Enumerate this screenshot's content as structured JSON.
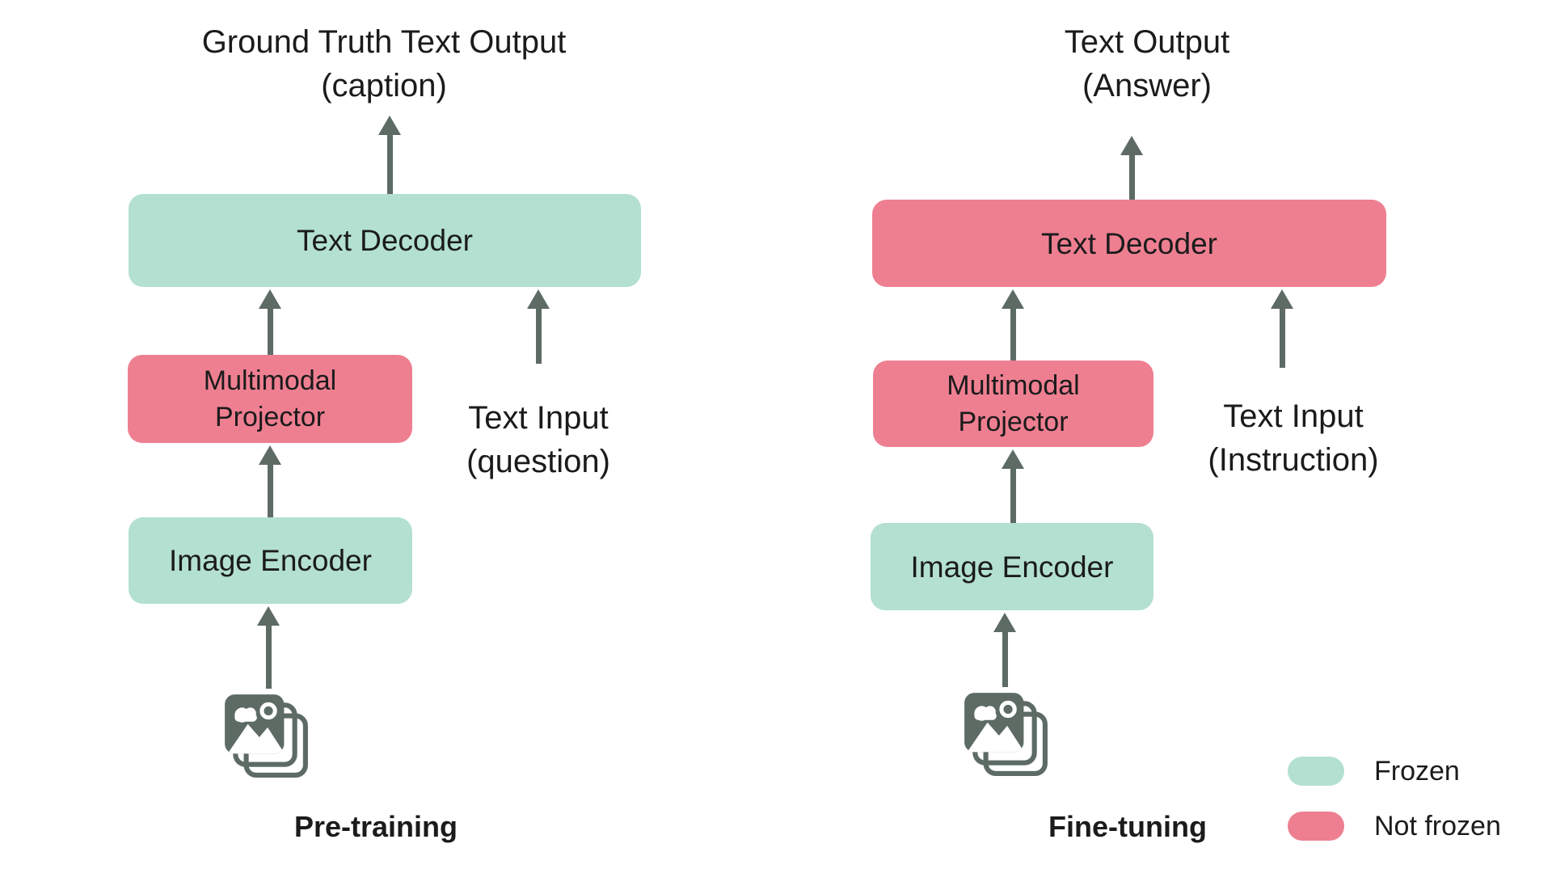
{
  "colors": {
    "frozen": "#b3e0d1",
    "not_frozen": "#ee7f91",
    "arrow": "#5d6b64",
    "text": "#1b1b1b"
  },
  "panels": [
    {
      "stage_label": "Pre-training",
      "output": {
        "line1": "Ground Truth Text Output",
        "line2": "(caption)"
      },
      "blocks": {
        "decoder": {
          "label": "Text Decoder",
          "state": "state-frozen"
        },
        "projector": {
          "line1": "Multimodal",
          "line2": "Projector",
          "state": "state-not_frozen"
        },
        "encoder": {
          "label": "Image Encoder",
          "state": "state-frozen"
        }
      },
      "text_input": {
        "line1": "Text Input",
        "line2": "(question)"
      }
    },
    {
      "stage_label": "Fine-tuning",
      "output": {
        "line1": "Text Output",
        "line2": "(Answer)"
      },
      "blocks": {
        "decoder": {
          "label": "Text Decoder",
          "state": "state-not_frozen"
        },
        "projector": {
          "line1": "Multimodal",
          "line2": "Projector",
          "state": "state-not_frozen"
        },
        "encoder": {
          "label": "Image Encoder",
          "state": "state-frozen"
        }
      },
      "text_input": {
        "line1": "Text Input",
        "line2": "(Instruction)"
      }
    }
  ],
  "legend": {
    "items": [
      {
        "label": "Frozen",
        "state": "state-frozen"
      },
      {
        "label": "Not frozen",
        "state": "state-not_frozen"
      }
    ]
  }
}
